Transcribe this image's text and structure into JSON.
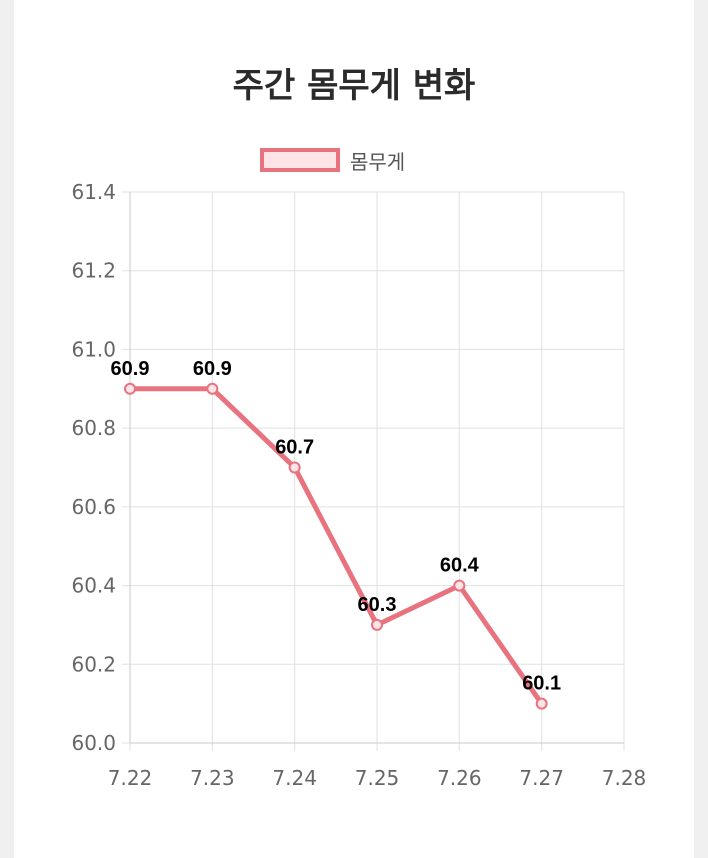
{
  "chart_data": {
    "type": "line",
    "title": "주간 몸무게 변화",
    "x_ticks": [
      "7.22",
      "7.23",
      "7.24",
      "7.25",
      "7.26",
      "7.27",
      "7.28"
    ],
    "series": [
      {
        "name": "몸무게",
        "x": [
          "7.22",
          "7.23",
          "7.24",
          "7.25",
          "7.26",
          "7.27"
        ],
        "values": [
          60.9,
          60.9,
          60.7,
          60.3,
          60.4,
          60.1
        ],
        "color": "#e8737f",
        "fill": "#fce4e7"
      }
    ],
    "y_ticks": [
      "60.0",
      "60.2",
      "60.4",
      "60.6",
      "60.8",
      "61.0",
      "61.2",
      "61.4"
    ],
    "ylim": [
      60.0,
      61.4
    ],
    "grid": true,
    "legend": "top-center",
    "data_labels": true
  }
}
